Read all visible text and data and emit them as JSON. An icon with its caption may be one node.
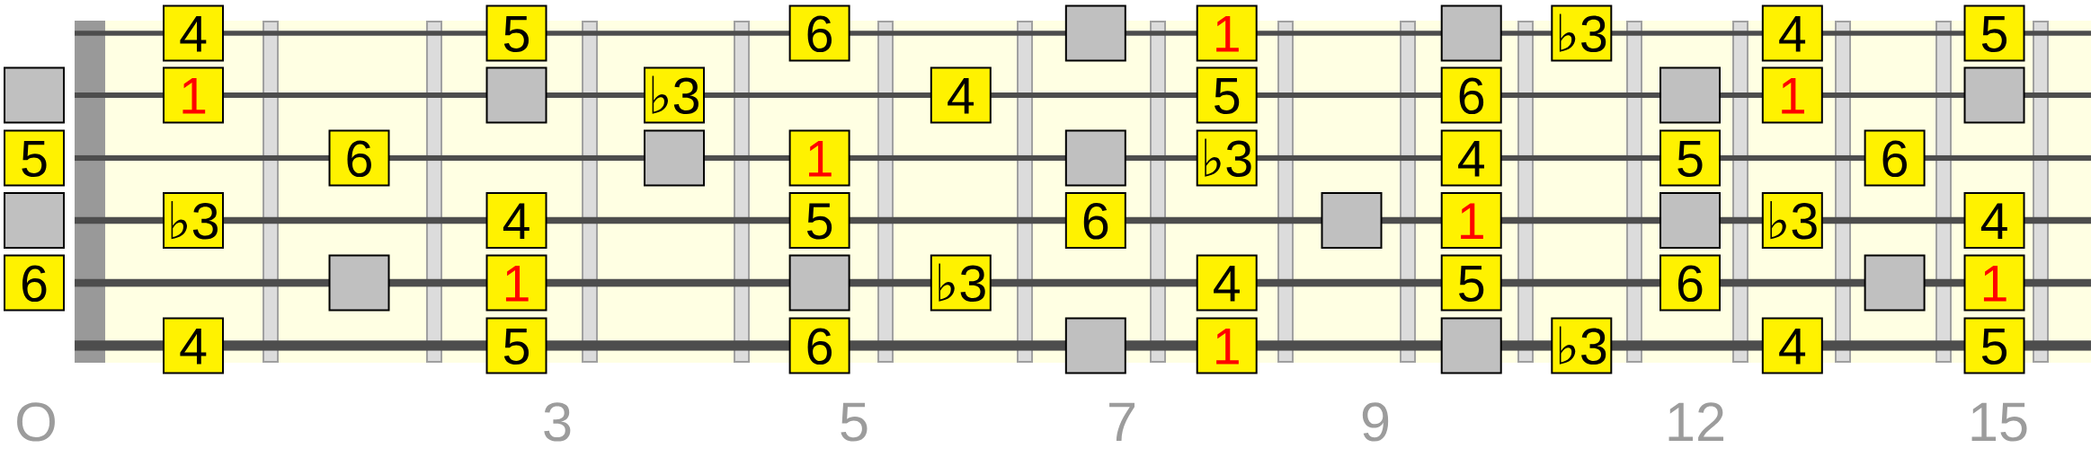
{
  "diagram": {
    "nodes": [
      {
        "text": [
          "4"
        ]
      },
      {
        "text": [
          "5"
        ]
      },
      {
        "text": [
          "6"
        ]
      },
      {
        "text": [],
        "shape": "box"
      },
      {
        "text": [
          "1"
        ]
      },
      {
        "text": [],
        "shape": "box"
      },
      {
        "text": [
          "♭3"
        ]
      },
      {
        "text": [
          "4"
        ]
      },
      {
        "text": [
          "5"
        ]
      },
      {
        "text": [],
        "shape": "box"
      },
      {
        "text": [
          "1"
        ]
      },
      {
        "text": [],
        "shape": "box"
      },
      {
        "text": [
          "♭3"
        ]
      },
      {
        "text": [
          "4"
        ]
      },
      {
        "text": [
          "5"
        ]
      },
      {
        "text": [
          "6"
        ]
      },
      {
        "text": [],
        "shape": "box"
      },
      {
        "text": [
          "1"
        ]
      },
      {
        "text": [],
        "shape": "box"
      },
      {
        "text": [
          "5"
        ]
      },
      {
        "text": [
          "6"
        ]
      },
      {
        "text": [],
        "shape": "box"
      },
      {
        "text": [
          "1"
        ]
      },
      {
        "text": [],
        "shape": "box"
      },
      {
        "text": [
          "♭3"
        ]
      },
      {
        "text": [
          "4"
        ]
      },
      {
        "text": [
          "5"
        ]
      },
      {
        "text": [
          "6"
        ]
      },
      {
        "text": [],
        "shape": "box"
      },
      {
        "text": [
          "♭3"
        ]
      },
      {
        "text": [
          "4"
        ]
      },
      {
        "text": [
          "5"
        ]
      },
      {
        "text": [
          "6"
        ]
      },
      {
        "text": [],
        "shape": "box"
      },
      {
        "text": [
          "1"
        ]
      },
      {
        "text": [],
        "shape": "box"
      },
      {
        "text": [
          "♭3"
        ]
      },
      {
        "text": [
          "4"
        ]
      },
      {
        "text": [
          "6"
        ]
      },
      {
        "text": [],
        "shape": "box"
      },
      {
        "text": [
          "1"
        ]
      },
      {
        "text": [],
        "shape": "box"
      },
      {
        "text": [
          "♭3"
        ]
      },
      {
        "text": [
          "4"
        ]
      },
      {
        "text": [
          "5"
        ]
      },
      {
        "text": [
          "6"
        ]
      },
      {
        "text": [],
        "shape": "box"
      },
      {
        "text": [
          "1"
        ]
      },
      {
        "text": [
          "4"
        ]
      },
      {
        "text": [
          "5"
        ]
      },
      {
        "text": [
          "6"
        ]
      },
      {
        "text": [],
        "shape": "box"
      },
      {
        "text": [
          "1"
        ]
      },
      {
        "text": [],
        "shape": "box"
      },
      {
        "text": [
          "♭3"
        ]
      },
      {
        "text": [
          "4"
        ]
      },
      {
        "text": [
          "5"
        ]
      }
    ],
    "labels": [
      "O",
      "3",
      "5",
      "7",
      "9",
      "12",
      "15"
    ]
  }
}
